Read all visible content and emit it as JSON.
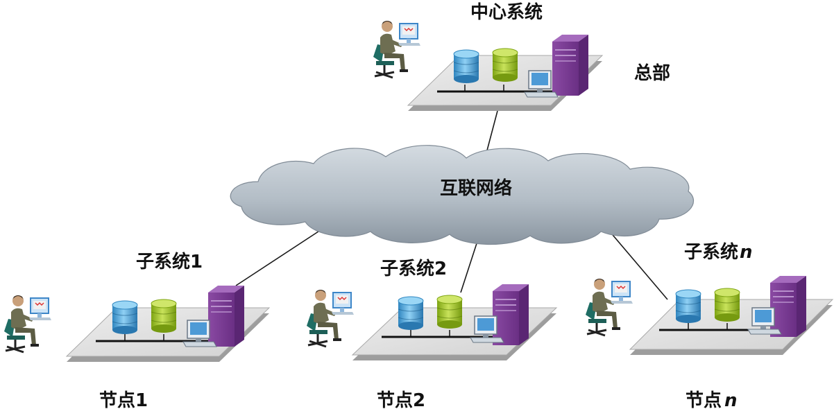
{
  "labels": {
    "center": "中心系统",
    "hq": "总部",
    "internet": "互联网络",
    "sub1": "子系统1",
    "sub2": "子系统2",
    "subn_prefix": "子系统",
    "subn_var": "n",
    "node1": "节点1",
    "node2": "节点2",
    "noden_prefix": "节点",
    "noden_var": "n"
  },
  "colors": {
    "platform_top": "#e3e3e3",
    "platform_side": "#9d9d9d",
    "cloud": "#b6c0c9",
    "db_blue": "#4aa3d8",
    "db_green": "#9cc01f",
    "server": "#7a3c93",
    "monitor": "#3d86c8",
    "line": "#1a1a1a"
  },
  "icons": [
    "operator-person-icon",
    "database-cylinder-icon",
    "server-tower-icon",
    "workstation-monitor-icon",
    "cloud-icon"
  ]
}
